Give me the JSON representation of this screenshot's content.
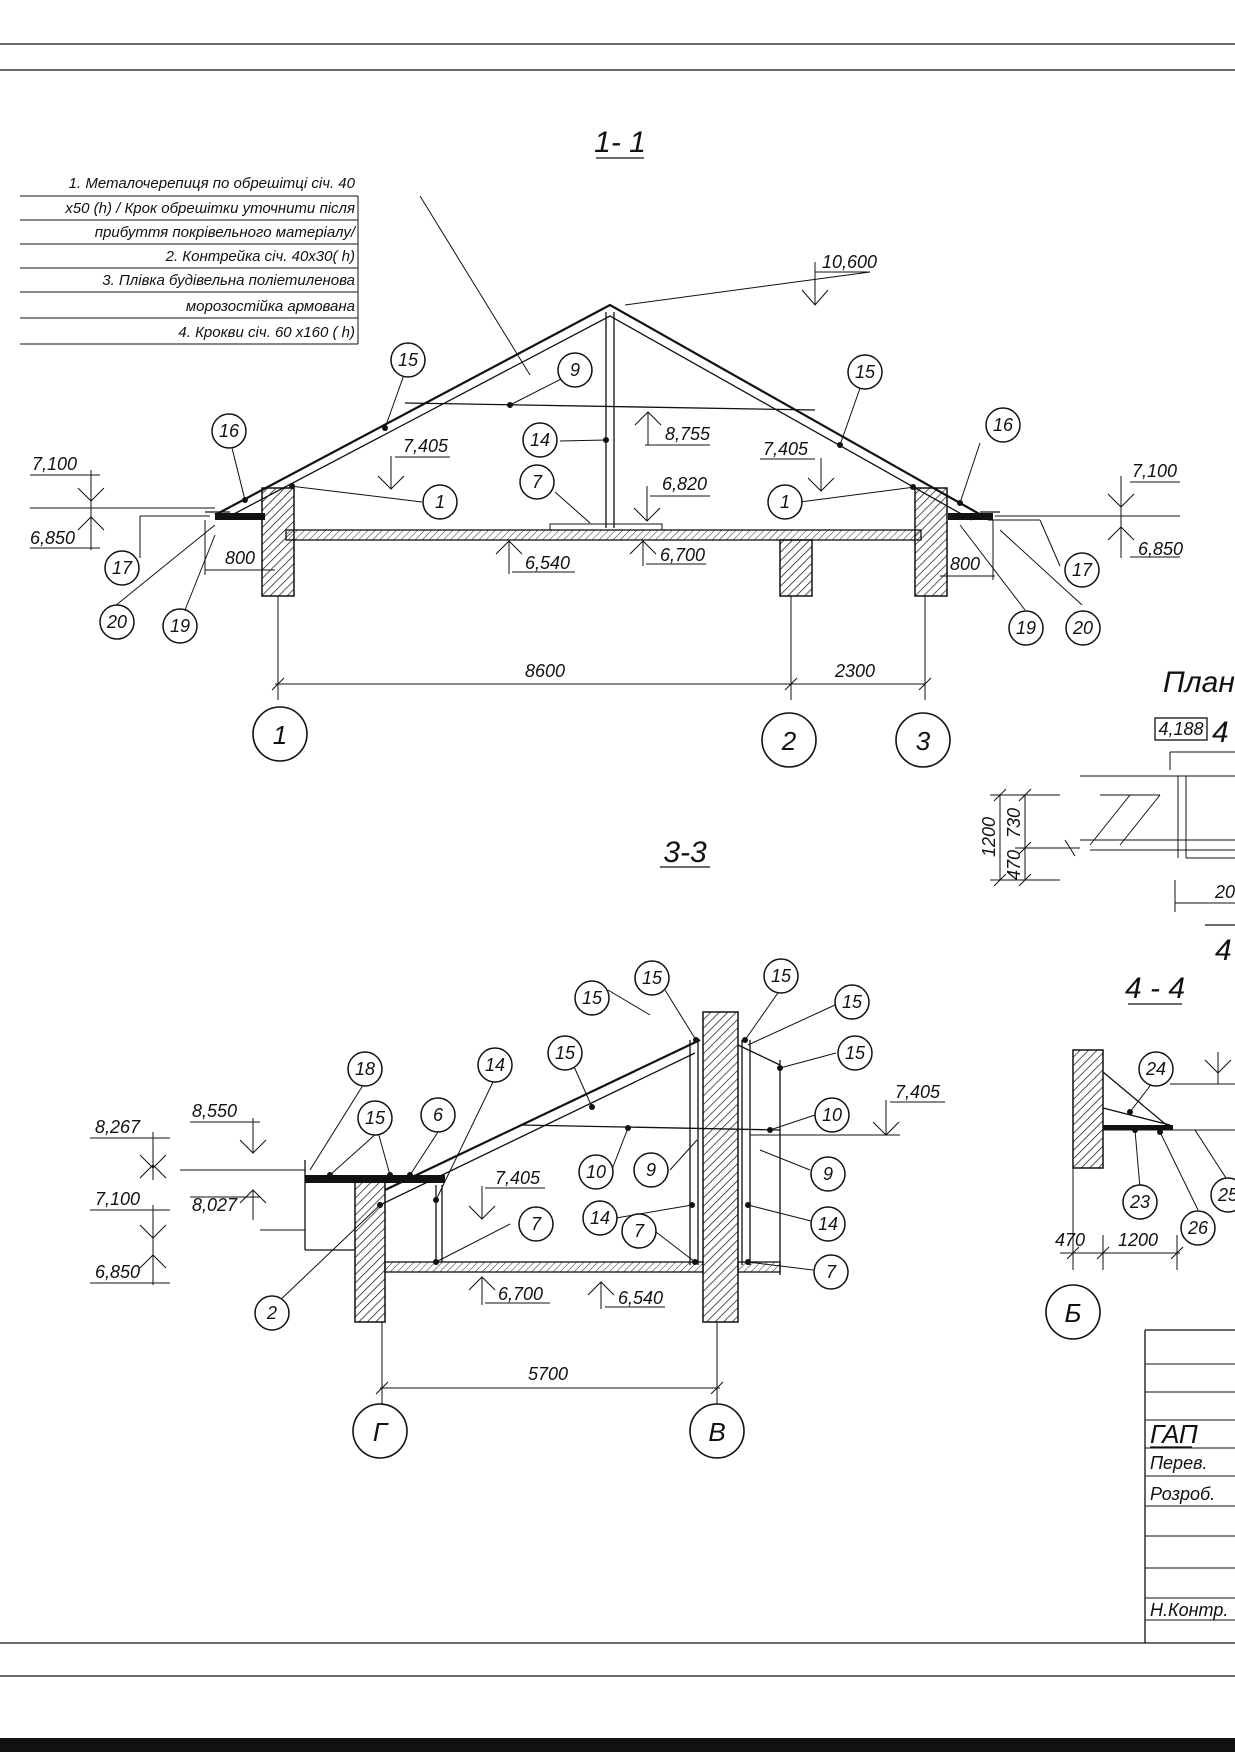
{
  "notes": {
    "lines": [
      "1. Металочерепиця по обрешітці січ. 40",
      "x50 (h) / Крок обрешітки уточнити після",
      "прибуття покрівельного матеріалу/",
      "2. Контрейка січ. 40x30( h)",
      "3. Плівка будівельна поліетиленова",
      "морозостійка армована",
      "4. Крокви січ. 60 x160 ( h)"
    ]
  },
  "section_1_1": {
    "title": "1- 1",
    "levels": {
      "ridge": "10,600",
      "collar": "8,755",
      "top_plate_left": "7,405",
      "top_plate_right": "7,405",
      "ceiling_top": "6,820",
      "ceiling_bottom_left": "6,540",
      "ceiling_bottom_right": "6,700",
      "eave_left_top": "7,100",
      "eave_left_bottom": "6,850",
      "eave_right_top": "7,100",
      "eave_right_bottom": "6,850"
    },
    "dims": {
      "overhang_left": "800",
      "overhang_right": "800",
      "span_1_2": "8600",
      "span_2_3": "2300"
    },
    "axes": [
      "1",
      "2",
      "3"
    ],
    "callouts": [
      "15",
      "9",
      "15",
      "16",
      "14",
      "16",
      "1",
      "7",
      "1",
      "17",
      "20",
      "19",
      "17",
      "19",
      "20"
    ]
  },
  "section_3_3": {
    "title": "3-3",
    "levels": {
      "a": "8,267",
      "b": "8,550",
      "c": "7,100",
      "d": "8,027",
      "e": "6,850",
      "f": "7,405",
      "g": "7,405",
      "h": "6,700",
      "i": "6,540"
    },
    "dims": {
      "span": "5700"
    },
    "axes": [
      "Г",
      "В"
    ],
    "callouts": [
      "18",
      "15",
      "6",
      "14",
      "15",
      "15",
      "15",
      "15",
      "15",
      "15",
      "10",
      "10",
      "9",
      "9",
      "7",
      "14",
      "7",
      "14",
      "7",
      "2"
    ]
  },
  "plan": {
    "title": "План",
    "tag": "4,188",
    "marker": "4",
    "dims": {
      "total": "1200",
      "upper": "730",
      "lower": "470",
      "bottom": "20"
    },
    "marker_bottom": "4"
  },
  "section_4_4": {
    "title": "4 - 4",
    "dims": {
      "left": "470",
      "right": "1200"
    },
    "axis": "Б",
    "callouts": [
      "24",
      "23",
      "26",
      "25"
    ]
  },
  "stamp": {
    "rows": [
      "ГАП",
      "Перев.",
      "Розроб.",
      "Н.Контр."
    ]
  }
}
